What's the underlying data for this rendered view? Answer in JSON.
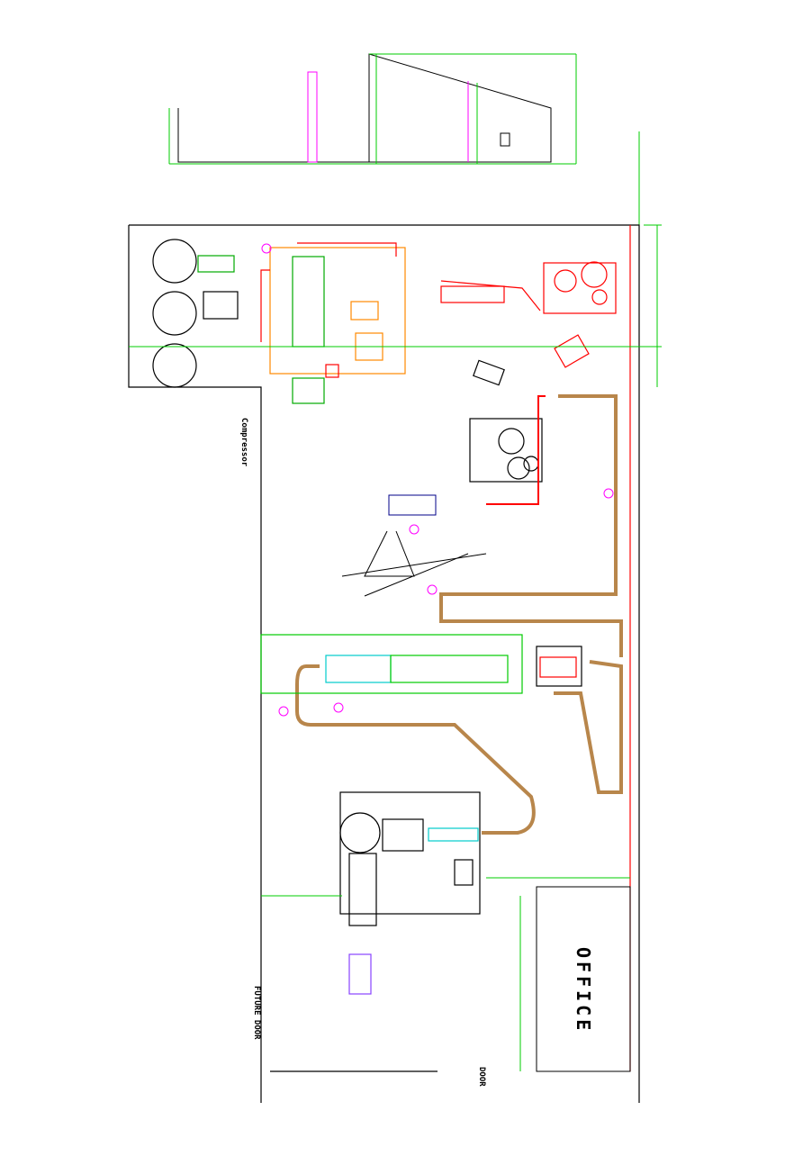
{
  "labels": {
    "office": "OFFICE",
    "compressor": "Compressor",
    "future_door": "FUTURE DOOR",
    "door": "DOOR"
  },
  "colors": {
    "wall": "#000000",
    "dimension": "#00cc00",
    "conveyor": "#b8864b",
    "equipment_red": "#ff0000",
    "equipment_orange": "#ff8800",
    "tag": "#ff00ff",
    "cyan": "#00dddd",
    "purple": "#8844ff"
  }
}
